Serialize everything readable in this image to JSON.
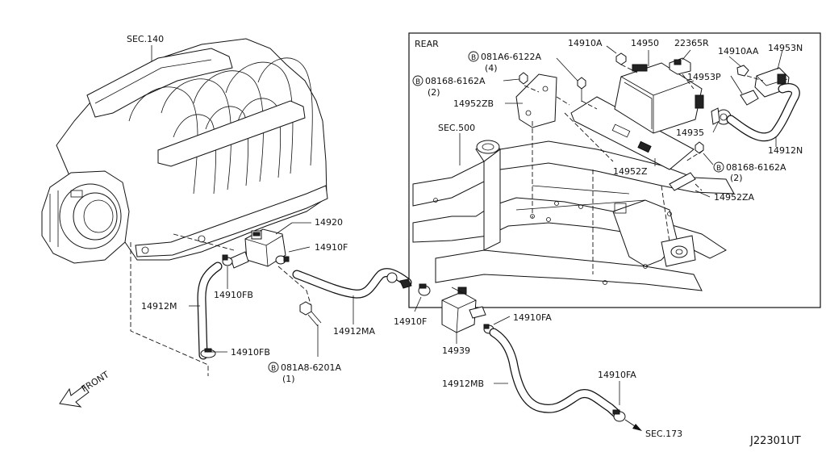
{
  "labels": {
    "sec140": "SEC.140",
    "sec500": "SEC.500",
    "sec173": "SEC.173",
    "rear": "REAR",
    "front": "FRONT",
    "diagram_id": "J22301UT",
    "p14910A": "14910A",
    "p14950": "14950",
    "p22365R": "22365R",
    "p14910AA": "14910AA",
    "p14953N": "14953N",
    "p14953P": "14953P",
    "p14935": "14935",
    "p14912N": "14912N",
    "p14952ZB": "14952ZB",
    "p14952Z": "14952Z",
    "p14952ZA": "14952ZA",
    "p14920": "14920",
    "p14910F_upper": "14910F",
    "p14910F_lower": "14910F",
    "p14910FB_upper": "14910FB",
    "p14910FB_lower": "14910FB",
    "p14912M": "14912M",
    "p14912MA": "14912MA",
    "p14939": "14939",
    "p14910FA_upper": "14910FA",
    "p14910FA_lower": "14910FA",
    "p14912MB": "14912MB",
    "bolt_081A6": "081A6-6122A",
    "bolt_081A6_qty": "(4)",
    "bolt_08168_left": "08168-6162A",
    "bolt_08168_left_qty": "(2)",
    "bolt_08168_right": "08168-6162A",
    "bolt_08168_right_qty": "(2)",
    "bolt_081A8": "081A8-6201A",
    "bolt_081A8_qty": "(1)",
    "bolt_marker": "B"
  },
  "icons": [
    "bolt-marker-icon",
    "front-arrow-icon",
    "sec173-arrow-icon"
  ]
}
